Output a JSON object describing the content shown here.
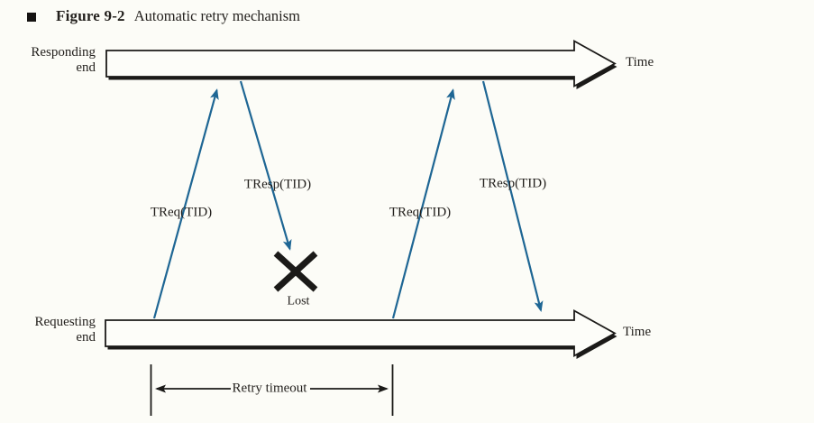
{
  "figure_header": {
    "bullet": "",
    "number": "Figure 9-2",
    "title": "Automatic retry mechanism"
  },
  "responding_timeline": {
    "label_line1": "Responding",
    "label_line2": "end",
    "time_label": "Time"
  },
  "requesting_timeline": {
    "label_line1": "Requesting",
    "label_line2": "end",
    "time_label": "Time"
  },
  "messages": [
    {
      "label": "TReq(TID)"
    },
    {
      "label": "TResp(TID)"
    },
    {
      "label": "TReq(TID)"
    },
    {
      "label": "TResp(TID)"
    }
  ],
  "annotations": {
    "lost": "Lost",
    "retry_timeout": "Retry timeout"
  },
  "colors": {
    "message_arrow": "#1e6694",
    "ink": "#1b1a18",
    "paper": "#fcfcf7"
  }
}
